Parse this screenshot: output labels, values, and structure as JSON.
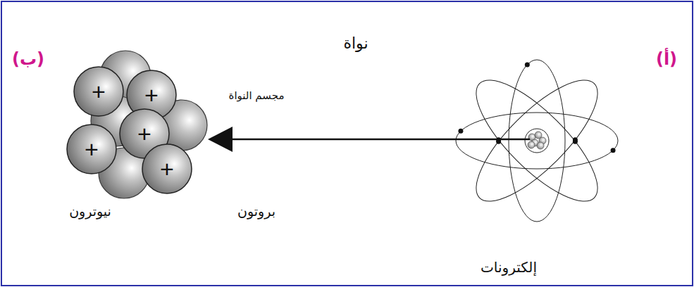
{
  "diagram": {
    "labels": [
      "(ب)",
      "(أ)",
      "نواة",
      "مجسم النواة",
      "+",
      "+",
      "+",
      "+",
      "+",
      "نيوترون",
      "بروتون",
      "إلكترونات"
    ]
  }
}
